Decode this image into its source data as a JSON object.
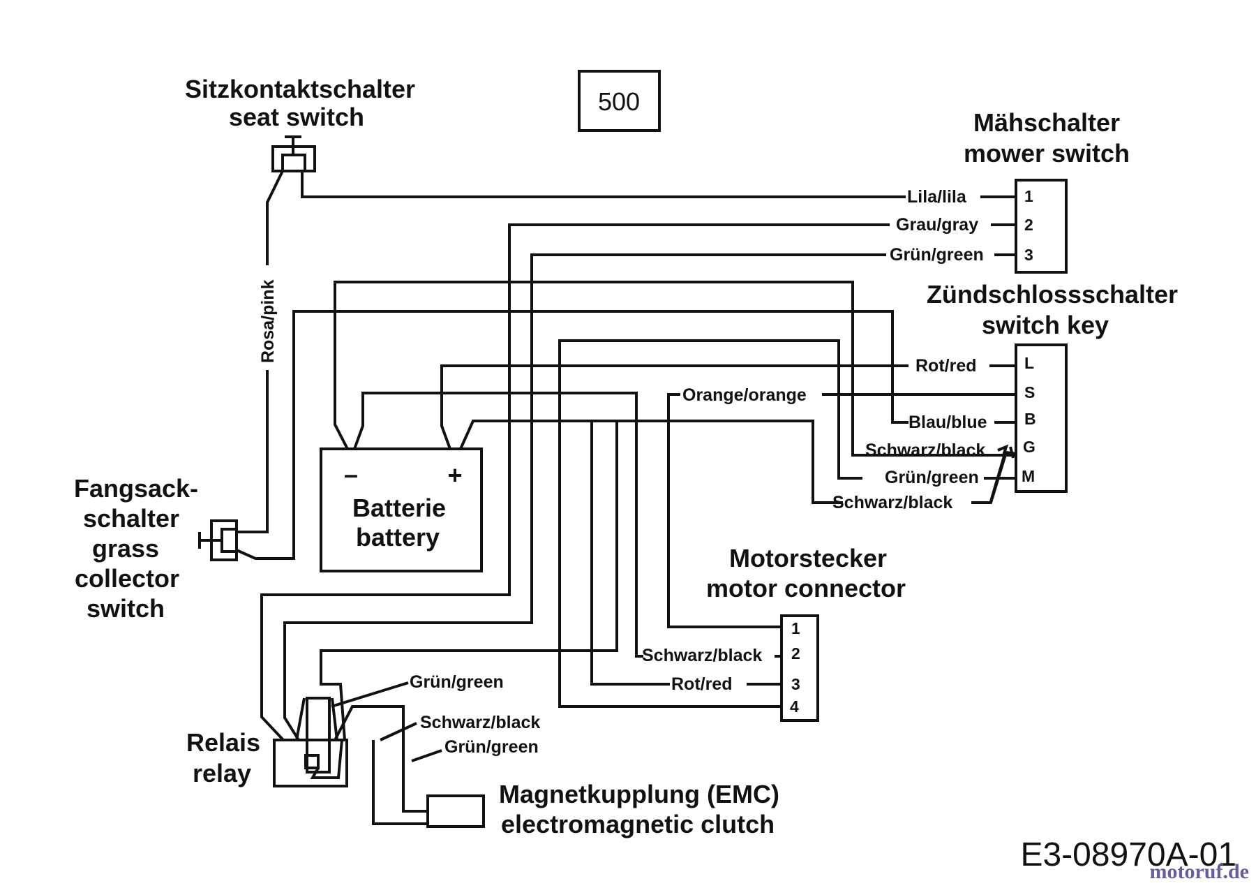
{
  "diagram_number": "500",
  "drawing_code": "E3-08970A-01",
  "watermark": "motoruf.de",
  "components": {
    "seat_switch": {
      "title_de": "Sitzkontaktschalter",
      "title_en": "seat switch"
    },
    "mower_switch": {
      "title_de": "Mähschalter",
      "title_en": "mower switch",
      "pins": [
        "1",
        "2",
        "3"
      ]
    },
    "switch_key": {
      "title_de": "Zündschlossschalter",
      "title_en": "switch key",
      "pins": [
        "L",
        "S",
        "B",
        "G",
        "M"
      ]
    },
    "grass_collector_switch": {
      "lines": [
        "Fangsack-",
        "schalter",
        "grass",
        "collector",
        "switch"
      ]
    },
    "battery": {
      "title_de": "Batterie",
      "title_en": "battery",
      "minus": "–",
      "plus": "+"
    },
    "motor_connector": {
      "title_de": "Motorstecker",
      "title_en": "motor connector",
      "pins": [
        "1",
        "2",
        "3",
        "4"
      ]
    },
    "relay": {
      "title_de": "Relais",
      "title_en": "relay"
    },
    "emc": {
      "title_de": "Magnetkupplung (EMC)",
      "title_en": "electromagnetic clutch"
    }
  },
  "wires": {
    "lila": "Lila/lila",
    "grau": "Grau/gray",
    "gruen_mower": "Grün/green",
    "rosa": "Rosa/pink",
    "rot_key": "Rot/red",
    "orange": "Orange/orange",
    "blau": "Blau/blue",
    "schwarz_g": "Schwarz/black",
    "gruen_m": "Grün/green",
    "schwarz_key": "Schwarz/black",
    "schwarz_motor": "Schwarz/black",
    "rot_motor": "Rot/red",
    "gruen_relay": "Grün/green",
    "schwarz_emc": "Schwarz/black",
    "gruen_emc": "Grün/green"
  }
}
